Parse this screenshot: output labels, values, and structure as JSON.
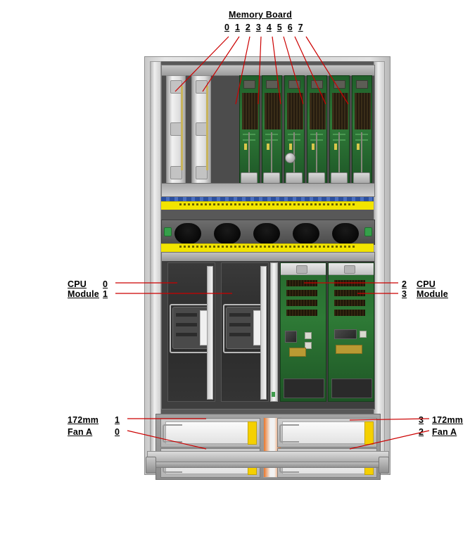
{
  "diagram": {
    "subject": "server-chassis-front-view",
    "accent_color": "#cc0000",
    "text_color": "#000000"
  },
  "callouts": {
    "memory_board": {
      "title": "Memory Board",
      "slots": [
        "0",
        "1",
        "2",
        "3",
        "4",
        "5",
        "6",
        "7"
      ]
    },
    "cpu_left": {
      "line1": "CPU",
      "line2": "Module",
      "num1": "0",
      "num2": "1"
    },
    "cpu_right": {
      "line1": "CPU",
      "line2": "Module",
      "num1": "2",
      "num2": "3"
    },
    "fan_left": {
      "line1": "172mm",
      "line2": "Fan A",
      "num1": "1",
      "num2": "0"
    },
    "fan_right": {
      "line1": "172mm",
      "line2": "Fan A",
      "num1": "3",
      "num2": "2"
    }
  },
  "chassis": {
    "memory_bay": {
      "grey_boards": [
        "0",
        "1"
      ],
      "green_boards": [
        "2",
        "3",
        "4",
        "5",
        "6",
        "7"
      ]
    },
    "cpu_bay": {
      "modules": [
        "0",
        "1",
        "2",
        "3"
      ]
    },
    "fan_bay": {
      "fans": [
        "1",
        "3",
        "0",
        "2"
      ]
    },
    "duct": {
      "hole_count": 5
    }
  }
}
